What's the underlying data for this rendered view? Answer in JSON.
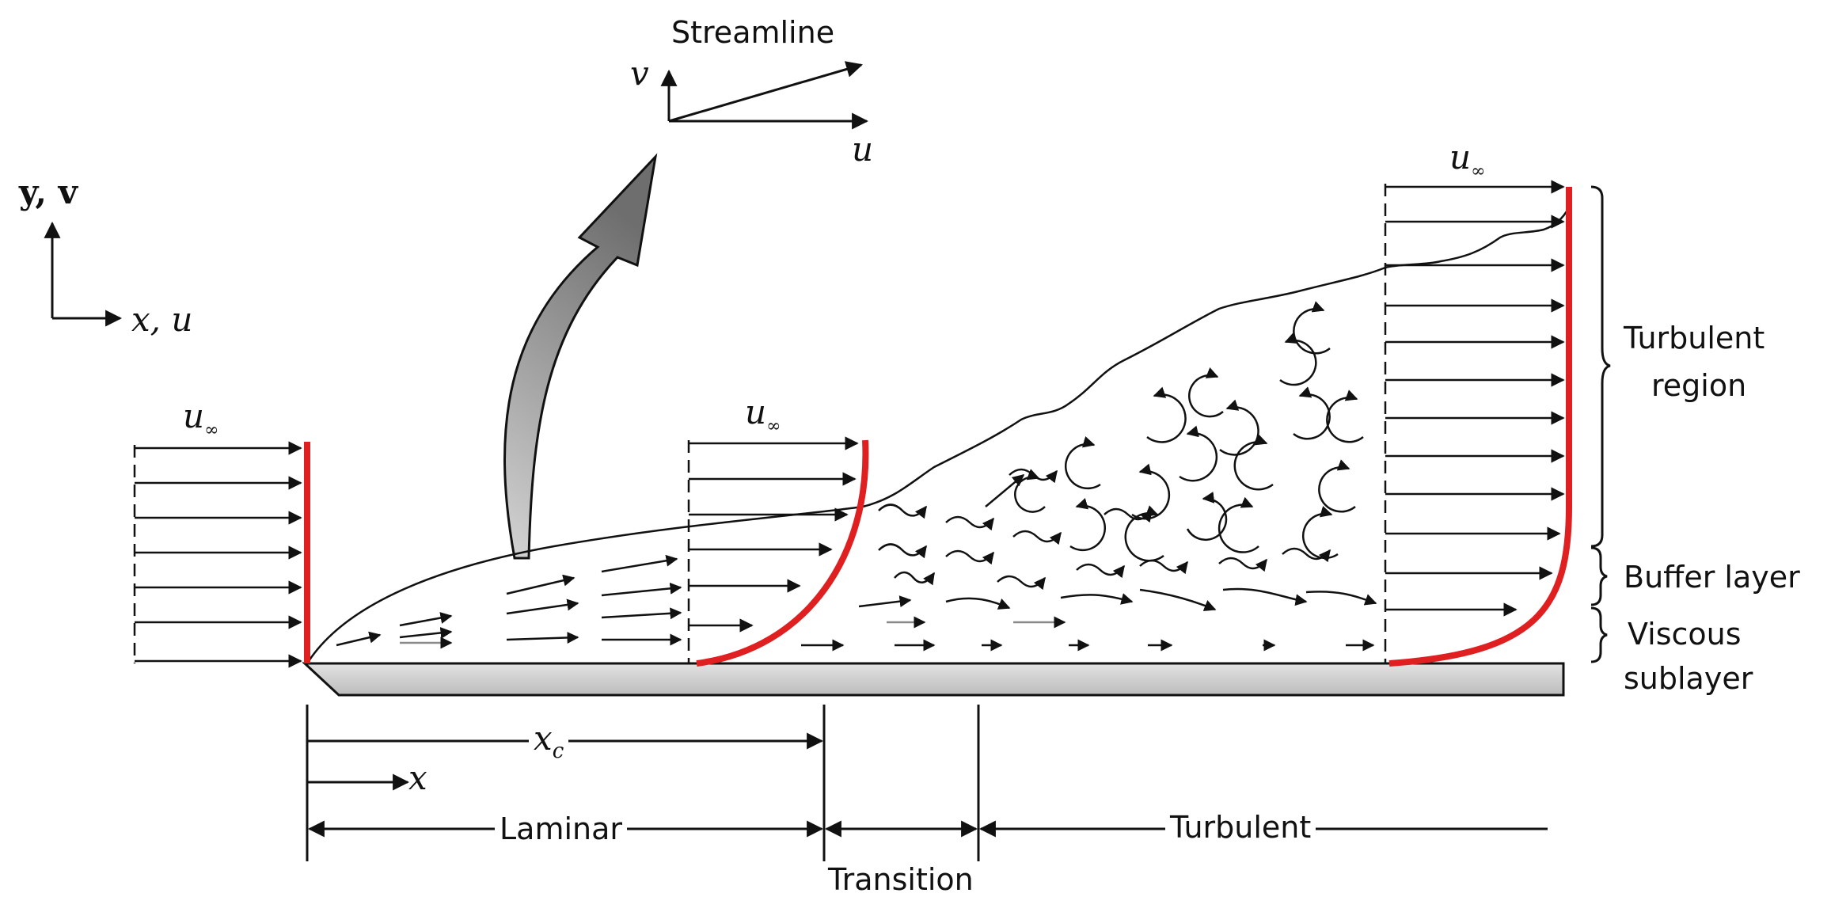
{
  "labels": {
    "streamline": "Streamline",
    "streamline_v": "v",
    "streamline_u": "u",
    "axis_y": "y, v",
    "axis_x": "x, u",
    "u_inf_base": "u",
    "u_inf_sub": "∞",
    "x_c_base": "x",
    "x_c_sub": "c",
    "x": "x",
    "laminar": "Laminar",
    "transition": "Transition",
    "turbulent": "Turbulent",
    "turbulent_region_line1": "Turbulent",
    "turbulent_region_line2": "region",
    "buffer_layer": "Buffer layer",
    "viscous_line1": "Viscous",
    "viscous_line2": "sublayer"
  },
  "colors": {
    "profile": "#e02020",
    "ink": "#111111",
    "plate_fill": "#cfcfcf",
    "curved_arrow": "#8a8a8a"
  }
}
